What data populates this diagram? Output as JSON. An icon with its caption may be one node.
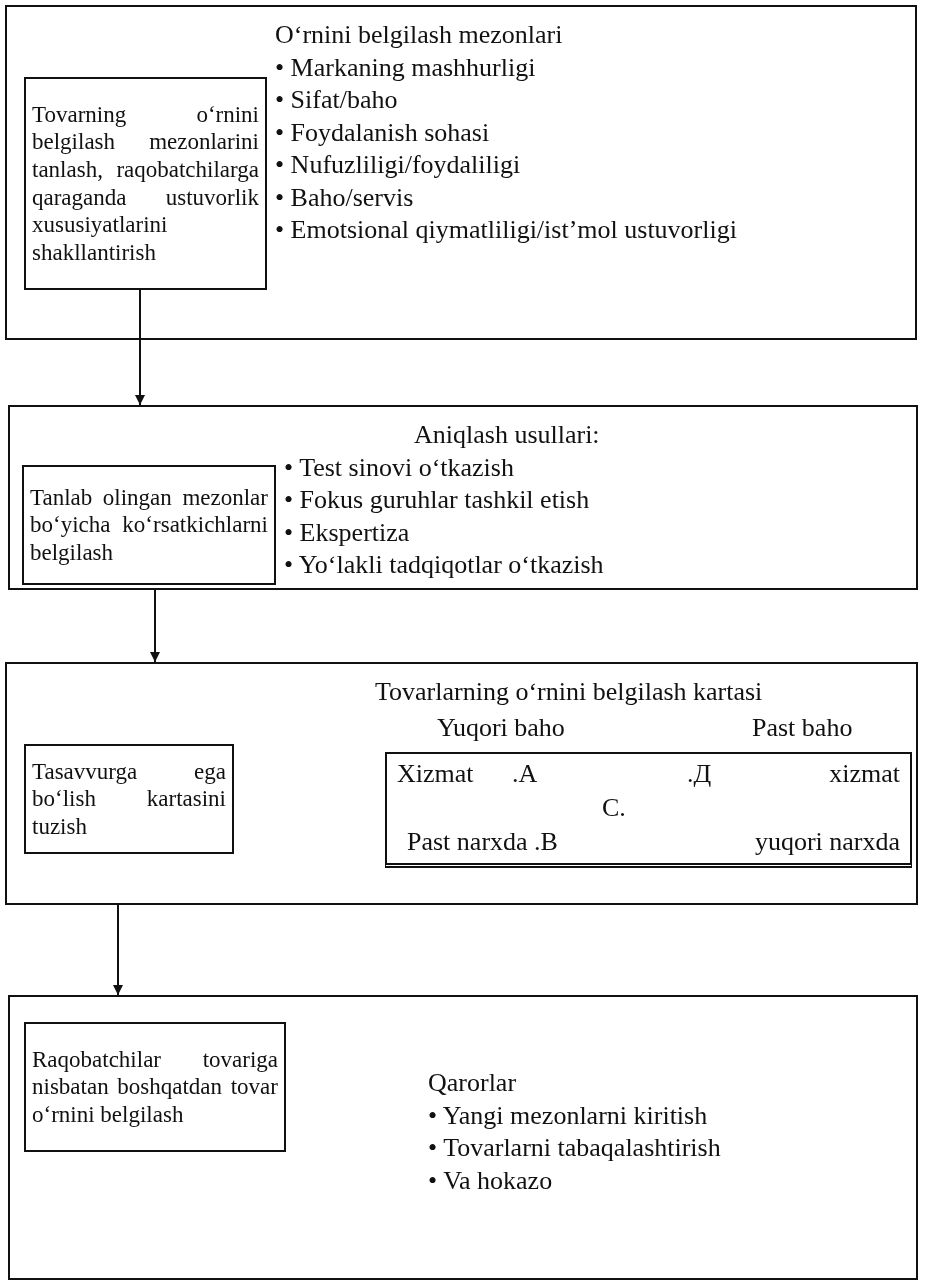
{
  "diagram": {
    "nodes": [
      {
        "text": [
          "O‘rnini belgilash mezonlari",
          "• Markaning mashhurligi",
          "• Sifat/baho",
          "• Foydalanish sohasi",
          "• Nufuzliligi/foydaliligi",
          "• Baho/servis",
          "• Emotsional qiymatliligi/ist’mol ustuvorligi"
        ]
      },
      {
        "text": [
          "Tovarning o‘rnini belgilash mezonlarini tanlash, raqobatchilarga qaraganda ustuvorlik xususiyatlarini shakllantirish"
        ],
        "in": 0
      },
      {
        "text": [
          "Aniqlash usullari:",
          "• Test sinovi o‘tkazish",
          "• Fokus guruhlar tashkil etish",
          "• Ekspertiza",
          "• Yo‘lakli tadqiqotlar o‘tkazish"
        ]
      },
      {
        "text": [
          "Tanlab olingan mezonlar bo‘yicha ko‘rsatkichlarni belgilash"
        ],
        "in": 2
      },
      {
        "text": [
          "Tovarlarning o‘rnini belgilash kartasi",
          "Yuqori baho",
          "Past baho"
        ]
      },
      {
        "text": [
          "Tasavvurga ega bo‘lish kartasini tuzish"
        ],
        "in": 4
      },
      {
        "text": [
          "Xizmat",
          ".A",
          ".Д",
          "xizmat",
          "C.",
          "Past narxda .B",
          "yuqori narxda"
        ],
        "in": 4
      },
      {
        "text": [
          "Qarorlar",
          "• Yangi mezonlarni kiritish",
          "• Tovarlarni tabaqalashtirish",
          "• Va hokazo"
        ]
      },
      {
        "text": [
          "Raqobatchilar tovariga nisbatan boshqatdan tovar o‘rnini belgilash"
        ],
        "in": 7
      }
    ],
    "edges": [
      {
        "from": 1,
        "to": 2,
        "arrow": "to"
      },
      {
        "from": 2,
        "to": 4,
        "arrow": "to"
      },
      {
        "from": 4,
        "to": 7,
        "arrow": "to"
      }
    ]
  }
}
